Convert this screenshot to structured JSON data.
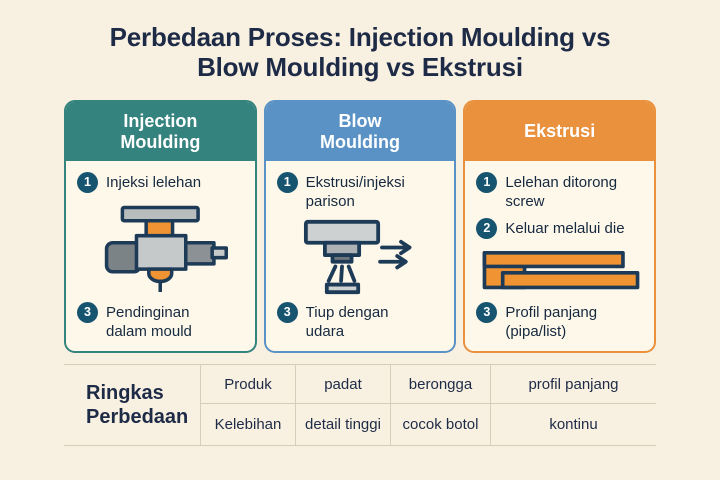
{
  "palette": {
    "page_bg": "#F8F0E1",
    "card_bg": "#FDF8EA",
    "title_navy": "#1E2B47",
    "step_text": "#16293F",
    "step_circle": "#17546F",
    "table_line": "#D8CCBA",
    "teal": "#35837E",
    "blue": "#5B92C5",
    "orange": "#E9913C"
  },
  "title": "Perbedaan Proses: Injection Moulding vs\nBlow Moulding vs Ekstrusi",
  "columns": [
    {
      "header": "Injection\nMoulding",
      "color": "#35837E",
      "icon": "injection-machine-icon",
      "steps": [
        {
          "num": "1",
          "text": "Injeksi lelehan"
        },
        {
          "num": "3",
          "text": "Pendinginan\ndalam mould"
        }
      ]
    },
    {
      "header": "Blow\nMoulding",
      "color": "#5B92C5",
      "icon": "blow-nozzle-icon",
      "steps": [
        {
          "num": "1",
          "text": "Ekstrusi/injeksi\nparison"
        },
        {
          "num": "3",
          "text": "Tiup dengan\nudara"
        }
      ]
    },
    {
      "header": "Ekstrusi",
      "color": "#E9913C",
      "icon": "extrusion-profile-icon",
      "steps": [
        {
          "num": "1",
          "text": "Lelehan ditorong\nscrew"
        },
        {
          "num": "2",
          "text": "Keluar melalui die"
        },
        {
          "num": "3",
          "text": "Profil panjang\n(pipa/list)"
        }
      ]
    }
  ],
  "summary": {
    "label": "Ringkas\nPerbedaan",
    "rows": [
      {
        "header": "Produk",
        "cells": [
          "padat",
          "berongga",
          "profil panjang"
        ]
      },
      {
        "header": "Kelebihan",
        "cells": [
          "detail tinggi",
          "cocok botol",
          "kontinu"
        ]
      }
    ]
  }
}
